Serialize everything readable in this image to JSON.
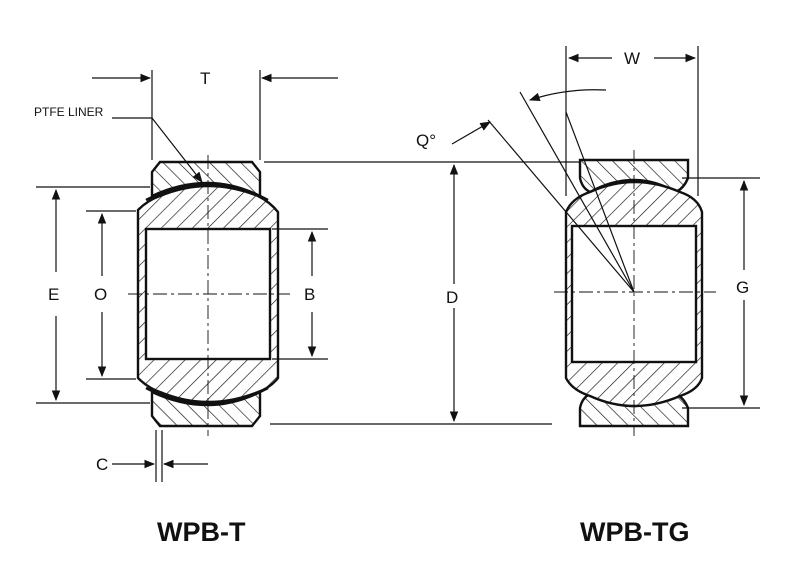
{
  "labels": {
    "t": "T",
    "ptfe_liner": "PTFE LINER",
    "e": "E",
    "o": "O",
    "b": "B",
    "d": "D",
    "c": "C",
    "w": "W",
    "q": "Q°",
    "g": "G"
  },
  "titles": {
    "left": "WPB-T",
    "right": "WPB-TG"
  }
}
